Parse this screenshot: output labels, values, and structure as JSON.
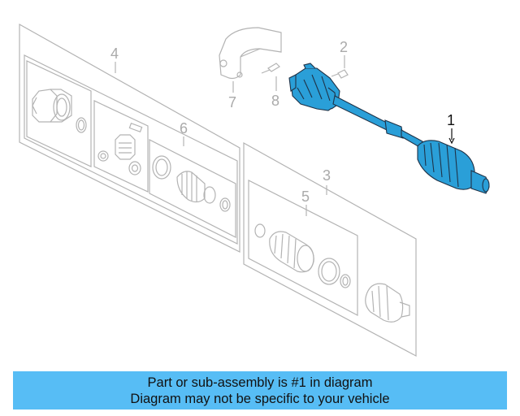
{
  "diagram": {
    "callouts": {
      "c1": "1",
      "c2": "2",
      "c3": "3",
      "c4": "4",
      "c5": "5",
      "c6": "6",
      "c7": "7",
      "c8": "8"
    },
    "highlighted_part": "1",
    "highlight_color": "#2a9fd8",
    "ghost_color": "#b3b3b3"
  },
  "banner": {
    "line1": "Part or sub-assembly is #1 in diagram",
    "line2": "Diagram may not be specific to your vehicle",
    "background": "#57bdf5"
  }
}
